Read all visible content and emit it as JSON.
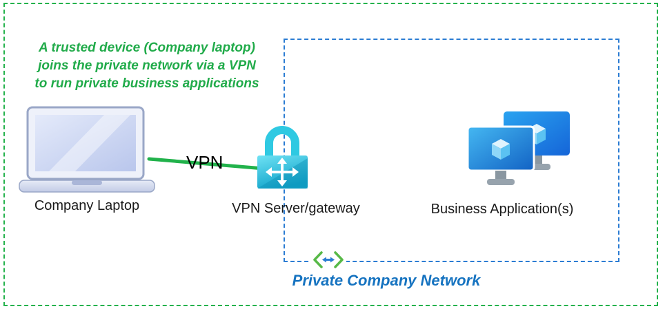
{
  "diagram": {
    "annotation": "A trusted device (Company laptop)\njoins the private network via a VPN\nto run private business applications",
    "labels": {
      "laptop": "Company Laptop",
      "vpn_link": "VPN",
      "vpn_server": "VPN Server/gateway",
      "business_apps": "Business Application(s)",
      "private_network": "Private Company Network"
    },
    "icons": {
      "laptop": "laptop-icon",
      "vpn_gateway": "vpn-lock-icon",
      "business_apps": "business-apps-monitors-icon",
      "virtual_network": "virtual-network-icon"
    },
    "colors": {
      "outer_border": "#24b24c",
      "inner_border": "#2b7cd3",
      "annotation_text": "#21ab4a",
      "network_label_text": "#1673c0",
      "vpn_line": "#21b24b",
      "label_text": "#1a1a1a",
      "lock_cyan": "#2fc9e2",
      "monitor_blue": "#1976d2"
    }
  }
}
